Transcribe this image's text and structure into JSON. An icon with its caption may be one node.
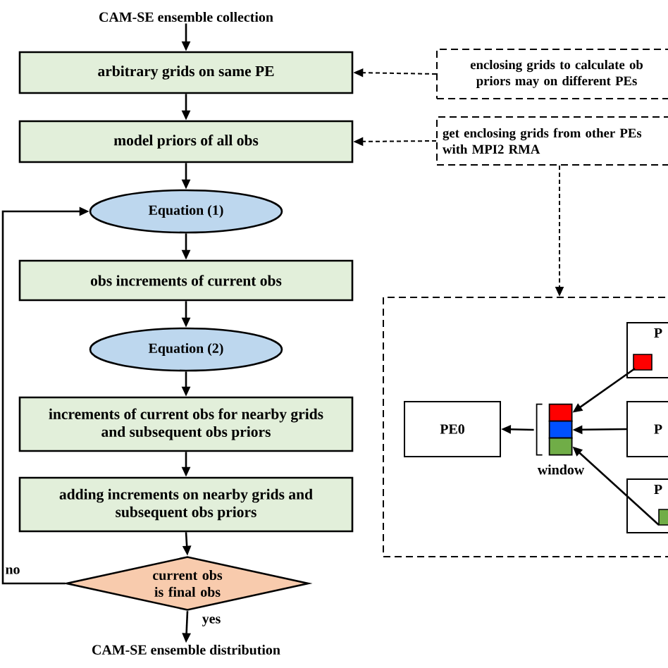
{
  "diagram": {
    "nodes": [
      {
        "text": [
          "CAM-SE ensemble collection"
        ]
      },
      {
        "text": [
          "arbitrary grids on same PE"
        ]
      },
      {
        "text": [
          "model priors of all obs"
        ]
      },
      {
        "text": [
          "Equation (1)"
        ]
      },
      {
        "text": [
          "obs increments of current obs"
        ]
      },
      {
        "text": [
          "Equation (2)"
        ]
      },
      {
        "text": [
          "increments of current obs for nearby grids and subsequent obs priors"
        ]
      },
      {
        "text": [
          "adding increments on nearby grids and subsequent obs priors"
        ]
      },
      {
        "text": [
          "current obs is final obs"
        ]
      },
      {
        "text": [
          "CAM-SE ensemble distribution"
        ]
      },
      {
        "text": [
          "enclosing grids to calculate ob priors may on different PEs"
        ]
      },
      {
        "text": [
          "get enclosing grids from other PEs with MPI2 RMA"
        ]
      },
      {
        "text": [],
        "shape": "box"
      },
      {
        "text": [
          "PE0"
        ],
        "in": 12
      },
      {
        "text": [],
        "shape": "box",
        "beside": [
          "window"
        ],
        "in": 12
      },
      {
        "text": [
          "P"
        ],
        "in": 12
      },
      {
        "text": [
          "P"
        ],
        "in": 12
      },
      {
        "text": [
          "P"
        ],
        "in": 12
      }
    ],
    "edges": [
      {
        "from": 0,
        "to": 1,
        "arrow": "to"
      },
      {
        "from": 1,
        "to": 2,
        "arrow": "to"
      },
      {
        "from": 2,
        "to": 3,
        "arrow": "to"
      },
      {
        "from": 3,
        "to": 4,
        "arrow": "to"
      },
      {
        "from": 4,
        "to": 5,
        "arrow": "to"
      },
      {
        "from": 5,
        "to": 6,
        "arrow": "to"
      },
      {
        "from": 6,
        "to": 7,
        "arrow": "to"
      },
      {
        "from": 7,
        "to": 8,
        "arrow": "to"
      },
      {
        "from": 8,
        "to": 9,
        "arrow": "to",
        "label": "yes"
      },
      {
        "from": 8,
        "to": 3,
        "arrow": "to",
        "label": "no"
      },
      {
        "from": 10,
        "to": 1,
        "arrow": "to",
        "style": "dashed"
      },
      {
        "from": 11,
        "to": 2,
        "arrow": "to",
        "style": "dashed"
      },
      {
        "from": 11,
        "to": 12,
        "arrow": "to",
        "style": "dashed"
      },
      {
        "from": 14,
        "to": 13,
        "arrow": "to"
      },
      {
        "from": 15,
        "to": 14,
        "arrow": "to"
      },
      {
        "from": 16,
        "to": 14,
        "arrow": "to"
      },
      {
        "from": 17,
        "to": 14,
        "arrow": "to"
      }
    ]
  }
}
